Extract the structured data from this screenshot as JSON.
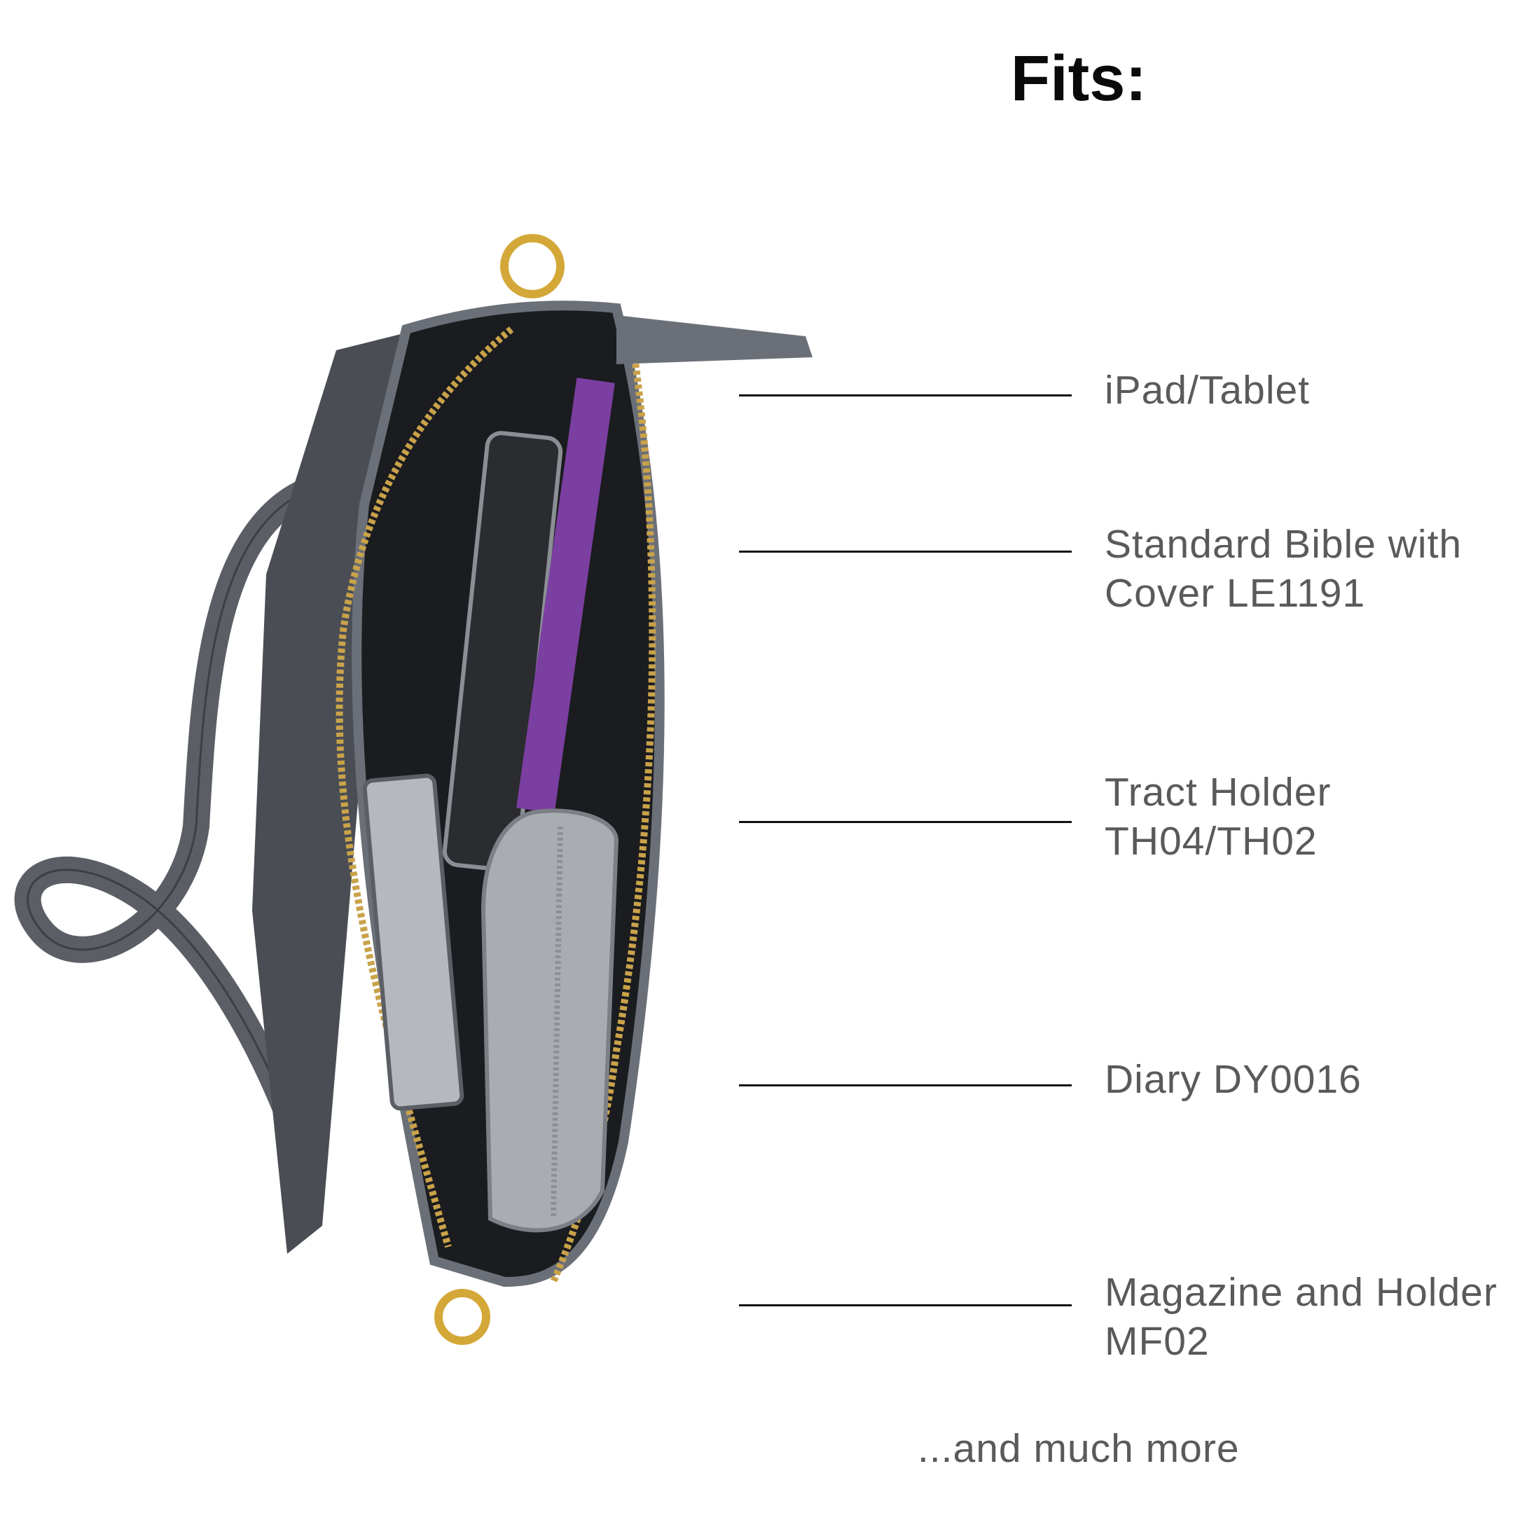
{
  "heading": "Fits:",
  "items": [
    {
      "lines": [
        "iPad/Tablet"
      ]
    },
    {
      "lines": [
        "Standard Bible with",
        "Cover LE1191"
      ]
    },
    {
      "lines": [
        "Tract Holder",
        "TH04/TH02"
      ]
    },
    {
      "lines": [
        "Diary DY0016"
      ]
    },
    {
      "lines": [
        "Magazine and Holder",
        "MF02"
      ]
    }
  ],
  "footer": "...and much more",
  "colors": {
    "bag_gray": "#5b5f65",
    "zipper_gold": "#c9a24a",
    "hardware_gold": "#d4a838",
    "purple_bible": "#7a3fa0",
    "label_text": "#5a5a5a"
  }
}
